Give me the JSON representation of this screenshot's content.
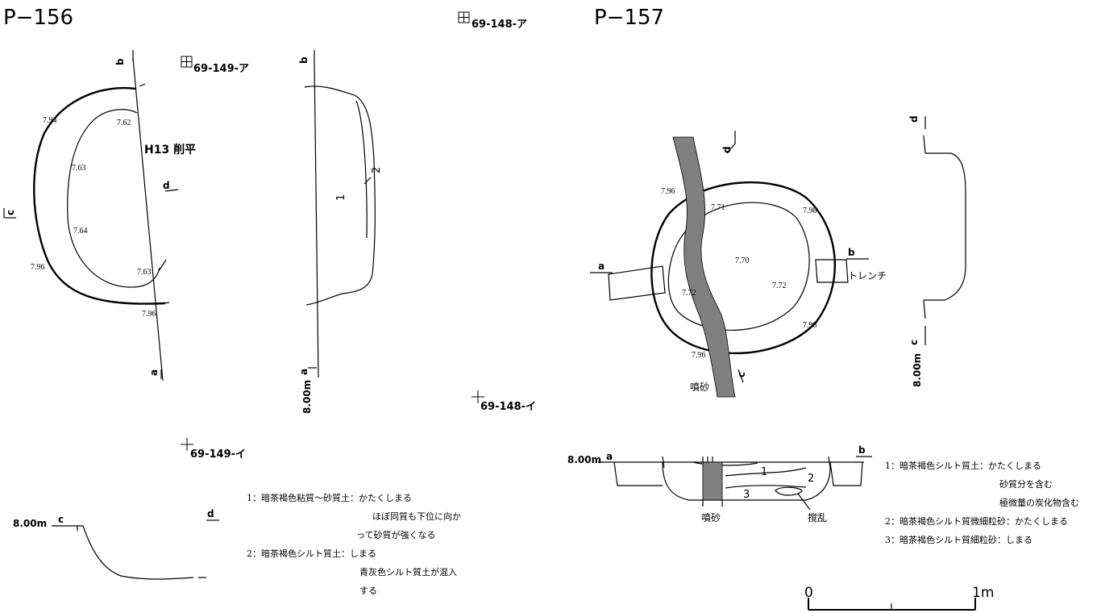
{
  "p156": {
    "title": "P−156",
    "grid_a": "69-149-ア",
    "grid_i": "69-149-イ",
    "note": "H13  削平",
    "points": {
      "a": "a",
      "b": "b",
      "c": "c",
      "d": "d"
    },
    "elevations": [
      "7.94",
      "7.62",
      "7.63",
      "7.64",
      "7.96",
      "7.63",
      "7.96"
    ],
    "section_layers": [
      "1",
      "2"
    ],
    "datum": "8.00m",
    "legend": [
      "1：暗茶褐色粘質～砂質土：かたくしまる",
      "ほぼ同質も下位に向か",
      "って砂質が強くなる",
      "2：暗茶褐色シルト質土：しまる",
      "青灰色シルト質土が混入",
      "する"
    ]
  },
  "p157": {
    "title": "P−157",
    "grid_a": "69-148-ア",
    "grid_i": "69-148-イ",
    "points": {
      "a": "a",
      "b": "b",
      "c": "c",
      "d": "d"
    },
    "elevations": [
      "7.96",
      "7.71",
      "7.98",
      "7.70",
      "7.72",
      "7.72",
      "7.98",
      "7.96"
    ],
    "trench": "トレンチ",
    "sand": "噴砂",
    "disturb": "撹乱",
    "section_layers": [
      "1",
      "2",
      "3"
    ],
    "datum": "8.00m",
    "legend": [
      "1：暗茶褐色シルト質土：かたくしまる",
      "砂質分を含む",
      "極微量の炭化物含む",
      "2：暗茶褐色シルト質微細粒砂：かたくしまる",
      "3：暗茶褐色シルト質細粒砂：しまる"
    ]
  },
  "scale": {
    "zero": "0",
    "one": "1m"
  }
}
